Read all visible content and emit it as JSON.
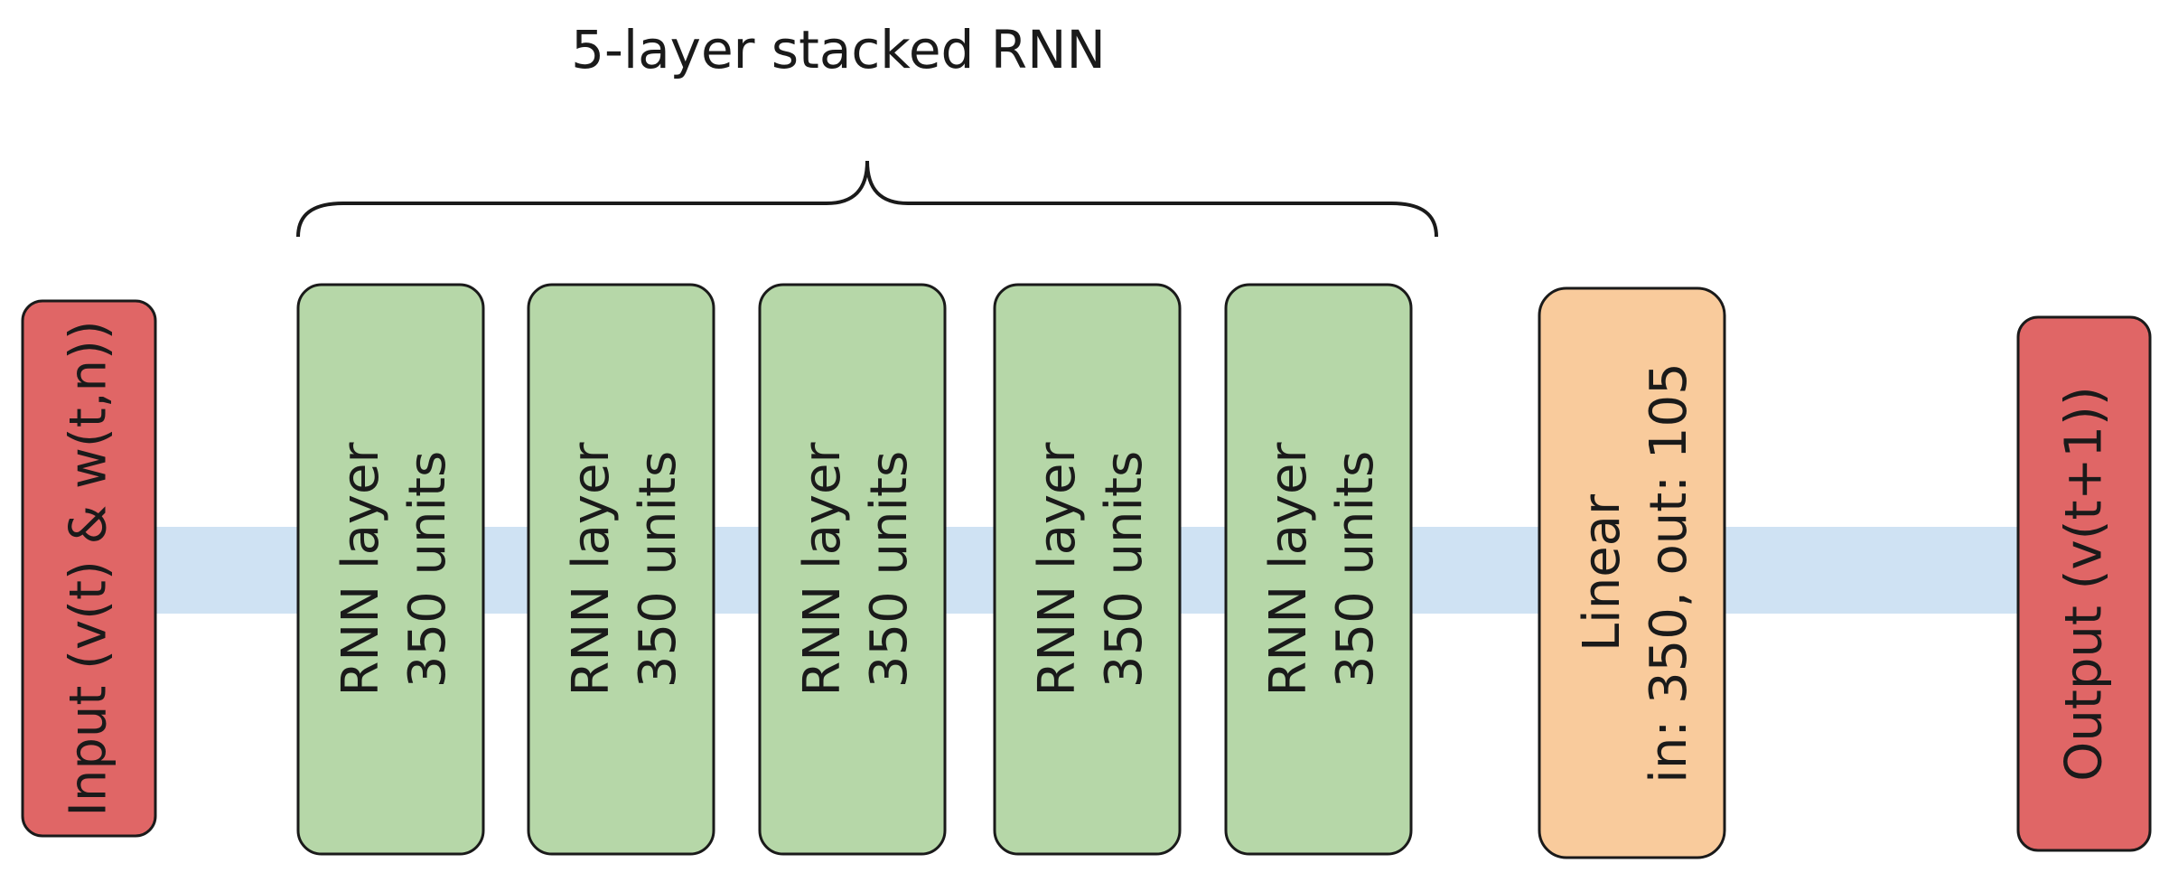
{
  "title": "5-layer stacked RNN",
  "input": {
    "label": "Input (v(t) & w(t,n))",
    "color": "#e06666"
  },
  "rnn_layers": [
    {
      "line1": "RNN layer",
      "line2": "350 units"
    },
    {
      "line1": "RNN layer",
      "line2": "350 units"
    },
    {
      "line1": "RNN layer",
      "line2": "350 units"
    },
    {
      "line1": "RNN layer",
      "line2": "350 units"
    },
    {
      "line1": "RNN layer",
      "line2": "350 units"
    }
  ],
  "rnn_color": "#b6d7a8",
  "linear": {
    "line1": "Linear",
    "line2": "in: 350,  out: 105",
    "color": "#f9cb9c"
  },
  "output": {
    "label": "Output (v(t+1))",
    "color": "#e06666"
  },
  "flow_color": "#cfe2f3"
}
